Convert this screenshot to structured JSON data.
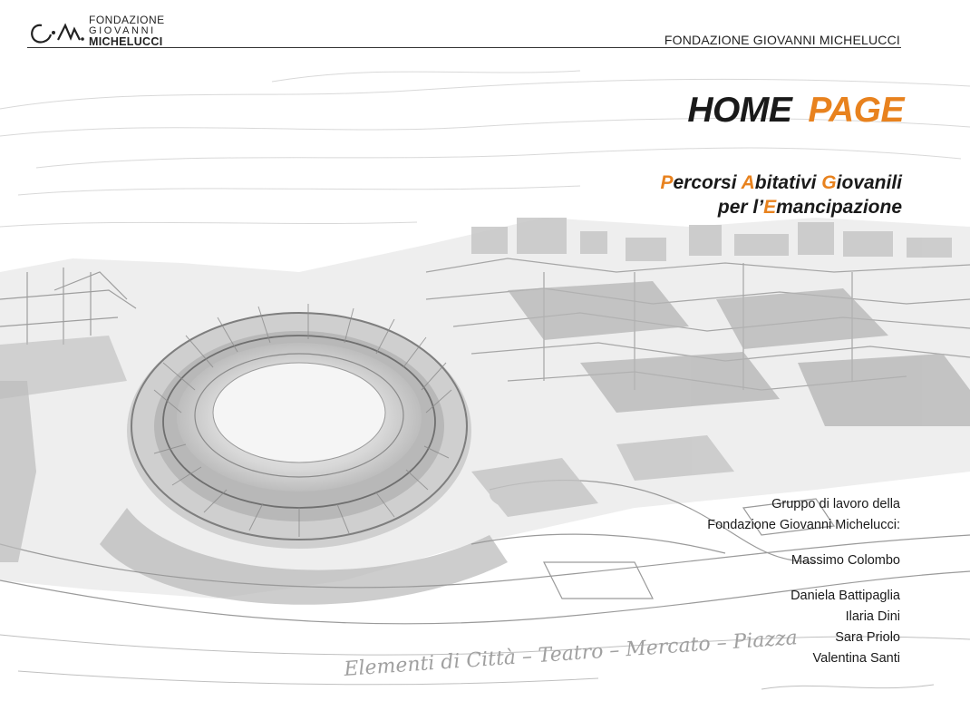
{
  "header": {
    "logo": {
      "line1": "FONDAZIONE",
      "line2": "GIOVANNI",
      "line3": "MICHELUCCI"
    },
    "organization": "FONDAZIONE GIOVANNI MICHELUCCI"
  },
  "title": {
    "word1": "HOME",
    "word2": "PAGE"
  },
  "subtitle": {
    "line1": [
      {
        "initial": "P",
        "rest": "ercorsi "
      },
      {
        "initial": "A",
        "rest": "bitativi "
      },
      {
        "initial": "G",
        "rest": "iovanili"
      }
    ],
    "line2_prefix": "per l’",
    "line2_initial": "E",
    "line2_rest": "mancipazione"
  },
  "credits": {
    "heading_line1": "Gruppo di lavoro della",
    "heading_line2": "Fondazione Giovanni Michelucci:",
    "coordinator": "Massimo Colombo",
    "members": [
      "Daniela Battipaglia",
      "Ilaria Dini",
      "Sara Priolo",
      "Valentina Santi"
    ]
  },
  "sketch_caption": "Elementi di Città – Teatro – Mercato – Piazza",
  "colors": {
    "accent": "#e8821e",
    "text": "#1a1a1a",
    "sketch": "#9a9a9a"
  }
}
